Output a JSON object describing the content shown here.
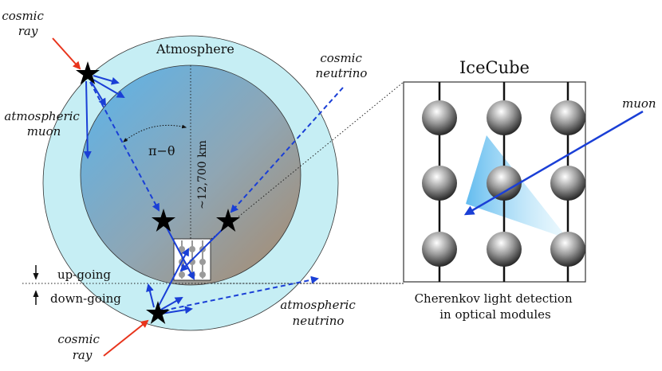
{
  "labels": {
    "cosmic_ray_top": [
      "cosmic",
      "ray"
    ],
    "cosmic_ray_bottom": [
      "cosmic",
      "ray"
    ],
    "atmosphere": "Atmosphere",
    "cosmic_neutrino": [
      "cosmic",
      "neutrino"
    ],
    "atmospheric_muon": [
      "atmospheric",
      "muon"
    ],
    "angle": "π−θ",
    "distance": "~12,700 km",
    "up_going": "up-going",
    "down_going": "down-going",
    "atmospheric_neutrino": [
      "atmospheric",
      "neutrino"
    ],
    "icecube_title": "IceCube",
    "muon": "muon",
    "cherenkov": [
      "Cherenkov light detection",
      "in optical modules"
    ]
  },
  "colors": {
    "atmosphere": "#c6eef4",
    "earth_left": "#5ab0e6",
    "earth_right": "#a38a6c",
    "arrow_blue": "#1a3fd6",
    "arrow_red": "#e8341c",
    "cone": "#79c7f0"
  }
}
